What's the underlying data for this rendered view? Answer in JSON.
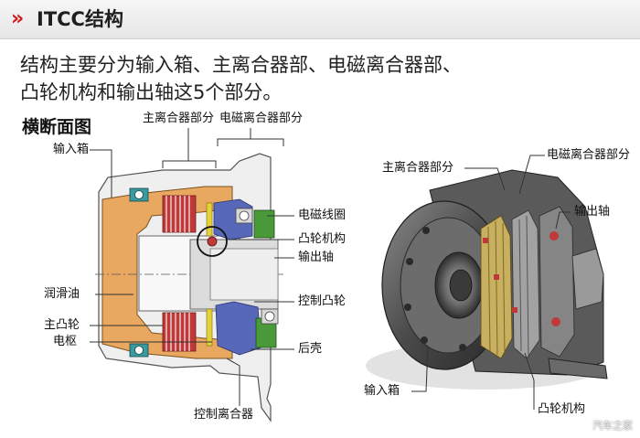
{
  "header": {
    "title": "ITCC结构"
  },
  "intro": {
    "line1": "结构主要分为输入箱、主离合器部、电磁离合器部、",
    "line2": "凸轮机构和输出轴这5个部分。"
  },
  "section_title": "横断面图",
  "left_diagram": {
    "labels": {
      "main_clutch": "主离合器部分",
      "em_clutch": "电磁离合器部分",
      "input_case": "输入箱",
      "em_coil": "电磁线圈",
      "cam_mech": "凸轮机构",
      "output_shaft": "输出轴",
      "lube_oil": "润滑油",
      "control_cam": "控制凸轮",
      "main_cam": "主凸轮",
      "armature": "电枢",
      "rear_case": "后壳",
      "control_clutch": "控制离合器"
    }
  },
  "right_diagram": {
    "labels": {
      "main_clutch": "主离合器部分",
      "em_clutch": "电磁离合器部分",
      "output_shaft": "输出轴",
      "input_case": "输入箱",
      "cam_mech": "凸轮机构"
    }
  },
  "watermark": "汽车之家",
  "colors": {
    "accent_red": "#d01818",
    "input_case_orange": "#e8a860",
    "plates_red": "#c03838",
    "coil_green": "#4a9a3a",
    "cam_blue": "#5868b8"
  }
}
